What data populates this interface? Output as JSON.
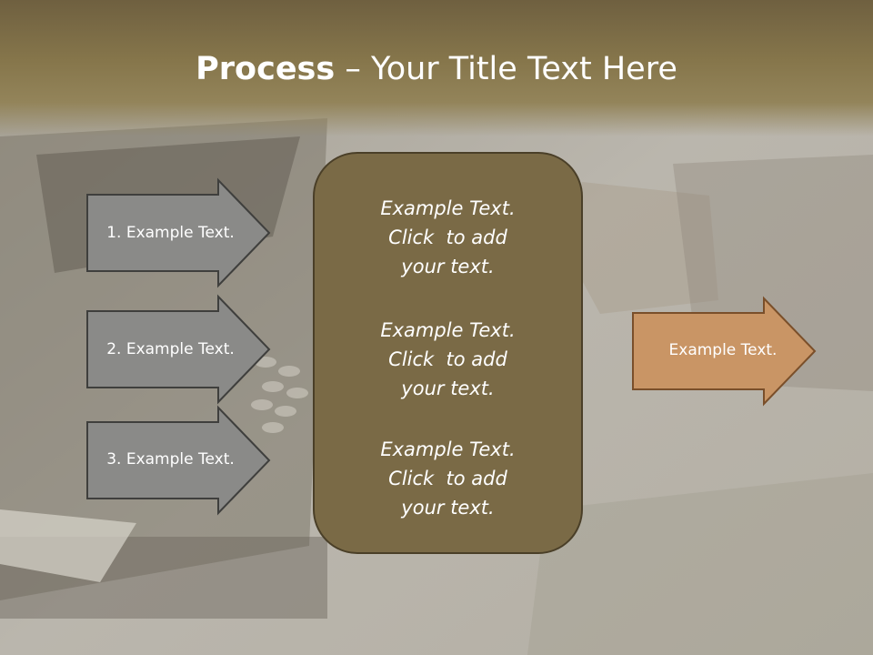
{
  "title": {
    "bold": "Process",
    "rest": " – Your Title Text Here"
  },
  "left_arrows": [
    {
      "label": "1. Example Text."
    },
    {
      "label": "2. Example Text."
    },
    {
      "label": "3. Example Text."
    }
  ],
  "center_box": {
    "blocks": [
      {
        "line1": "Example Text.",
        "line2": "Click  to add",
        "line3": "your text."
      },
      {
        "line1": "Example Text.",
        "line2": "Click  to add",
        "line3": "your text."
      },
      {
        "line1": "Example Text.",
        "line2": "Click  to add",
        "line3": "your text."
      }
    ]
  },
  "right_arrow": {
    "label": "Example Text."
  },
  "colors": {
    "title_band": "#7f7049",
    "left_arrow_fill": "#8a8a88",
    "center_box_fill": "#7a6a46",
    "right_arrow_fill": "#c99565",
    "text": "#ffffff"
  }
}
